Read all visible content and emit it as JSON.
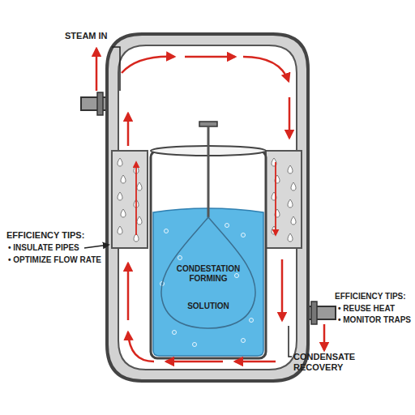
{
  "diagram": {
    "labels": [
      "STEAM IN",
      "EFFICIENCY TIPS:",
      "• INSULATE PIPES",
      "• OPTIMIZE FLOW RATE",
      "CONDESTATION FORMING",
      "SOLUTION",
      "EFFICIENCY TIPS:",
      "• REUSE HEAT",
      "• MONITOR TRAPS",
      "CONDENSATE RECOVERY"
    ]
  }
}
